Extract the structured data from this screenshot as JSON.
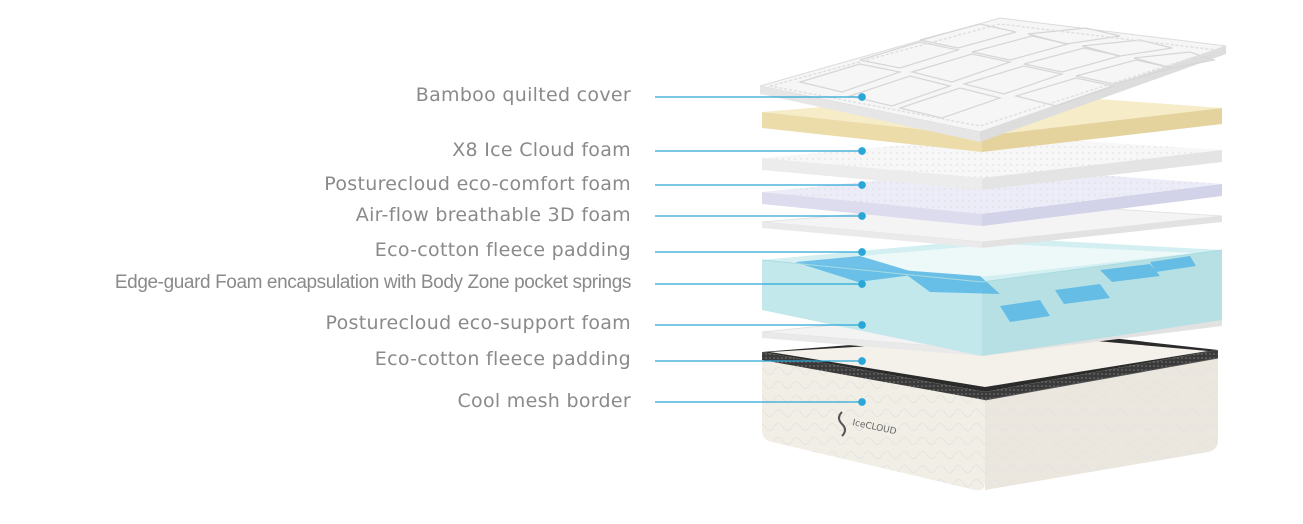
{
  "diagram": {
    "layers": [
      {
        "label": "Bamboo quilted cover"
      },
      {
        "label": "X8 Ice Cloud foam"
      },
      {
        "label": "Posturecloud eco-comfort foam"
      },
      {
        "label": "Air-flow breathable 3D foam"
      },
      {
        "label": "Eco-cotton fleece padding"
      },
      {
        "label": "Edge-guard Foam encapsulation with Body Zone pocket springs"
      },
      {
        "label": "Posturecloud eco-support foam"
      },
      {
        "label": "Eco-cotton fleece padding"
      },
      {
        "label": "Cool mesh border"
      }
    ],
    "brand_logo": "IceCLOUD",
    "colors": {
      "label_text": "#8a8a8a",
      "leader_line": "#2aa6d8",
      "cream_foam": "#f3e7bd",
      "spring_layer": "#bfe6ea",
      "springs": "#58b7e6",
      "mesh_border": "#3c3c3c"
    }
  }
}
